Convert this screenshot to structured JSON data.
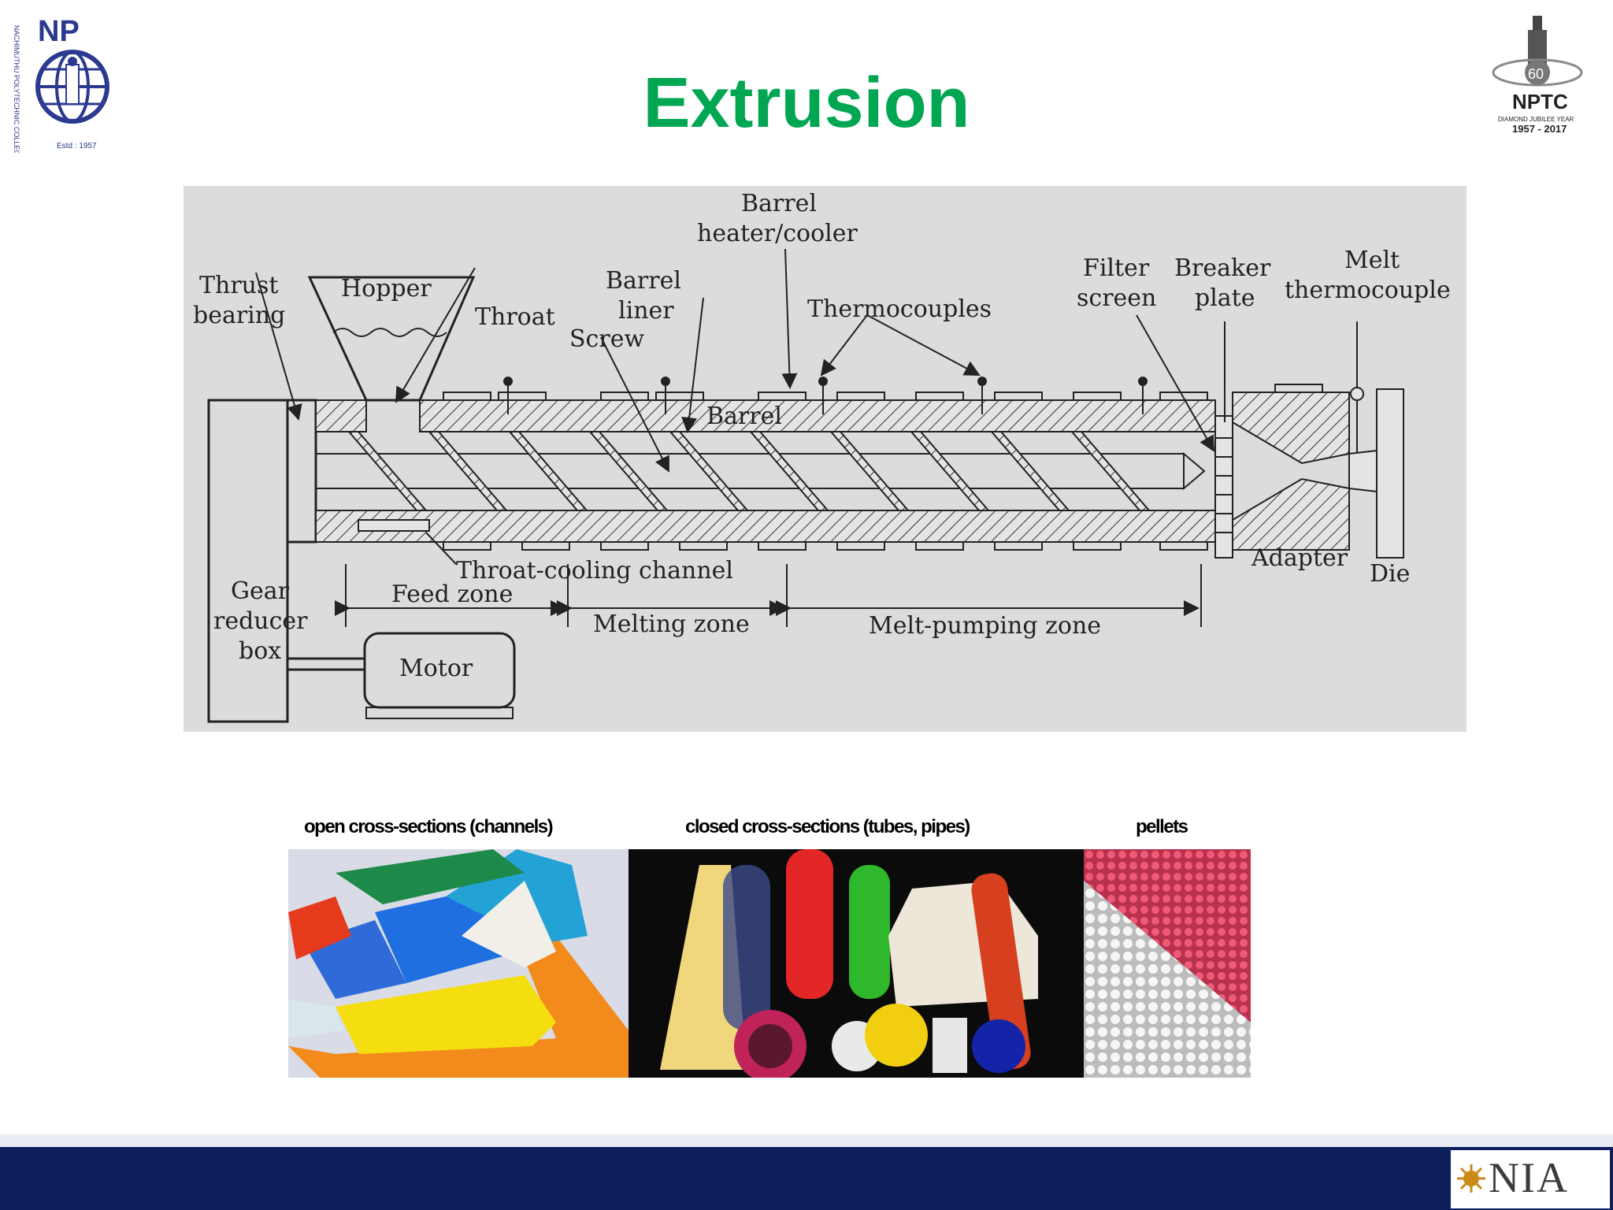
{
  "slide": {
    "title": "Extrusion"
  },
  "logos": {
    "left_initials": "NP",
    "left_ring_text": "NACHIMUTHU POLYTECHNIC COLLEGE POLLACHI",
    "left_established": "Estd : 1957",
    "right_number": "60",
    "right_name": "NPTC",
    "right_tagline": "DIAMOND JUBILEE YEAR",
    "right_years": "1957 - 2017",
    "footer_logo": "NIA"
  },
  "diagram": {
    "labels": {
      "barrel_heater_1": "Barrel",
      "barrel_heater_2": "heater/cooler",
      "thrust_1": "Thrust",
      "thrust_2": "bearing",
      "hopper": "Hopper",
      "throat": "Throat",
      "barrel_liner_1": "Barrel",
      "barrel_liner_2": "liner",
      "screw": "Screw",
      "thermocouples": "Thermocouples",
      "filter_1": "Filter",
      "filter_2": "screen",
      "breaker_1": "Breaker",
      "breaker_2": "plate",
      "melt_1": "Melt",
      "melt_2": "thermocouple",
      "barrel": "Barrel",
      "throat_cooling": "Throat-cooling channel",
      "gear_1": "Gear",
      "gear_2": "reducer",
      "gear_3": "box",
      "feed_zone": "Feed zone",
      "melting_zone": "Melting zone",
      "melt_pumping_zone": "Melt-pumping zone",
      "adapter": "Adapter",
      "die": "Die",
      "motor": "Motor"
    }
  },
  "photos": {
    "open_caption": "open cross-sections (channels)",
    "closed_caption": "closed cross-sections (tubes, pipes)",
    "pellets_caption": "pellets"
  },
  "colors": {
    "title_green": "#00a651",
    "footer_navy": "#0d1f5c",
    "logo_blue": "#2b3990"
  }
}
